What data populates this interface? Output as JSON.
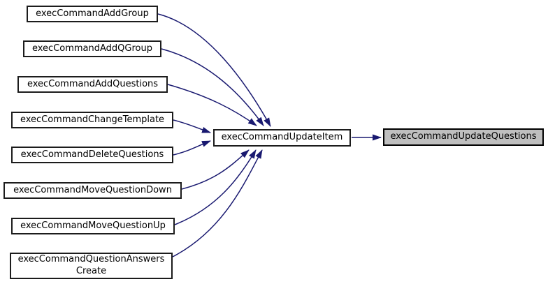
{
  "diagram": {
    "type": "call-graph",
    "description": "Functions calling execCommandUpdateItem, which calls execCommandUpdateQuestions"
  },
  "colors": {
    "edge": "#191970",
    "node_fill": "#ffffff",
    "node_border": "#1c1c1c",
    "highlight_fill": "#bfbfbf",
    "text": "#000000",
    "background": "#ffffff"
  },
  "nodes": {
    "callers": [
      {
        "label": "execCommandAddGroup"
      },
      {
        "label": "execCommandAddQGroup"
      },
      {
        "label": "execCommandAddQuestions"
      },
      {
        "label": "execCommandChangeTemplate"
      },
      {
        "label": "execCommandDeleteQuestions"
      },
      {
        "label": "execCommandMoveQuestionDown"
      },
      {
        "label": "execCommandMoveQuestionUp"
      },
      {
        "label": "execCommandQuestionAnswers\nCreate"
      }
    ],
    "hub": {
      "label": "execCommandUpdateItem"
    },
    "target": {
      "label": "execCommandUpdateQuestions",
      "highlighted": true
    }
  },
  "edges": [
    {
      "from": "execCommandAddGroup",
      "to": "execCommandUpdateItem"
    },
    {
      "from": "execCommandAddQGroup",
      "to": "execCommandUpdateItem"
    },
    {
      "from": "execCommandAddQuestions",
      "to": "execCommandUpdateItem"
    },
    {
      "from": "execCommandChangeTemplate",
      "to": "execCommandUpdateItem"
    },
    {
      "from": "execCommandDeleteQuestions",
      "to": "execCommandUpdateItem"
    },
    {
      "from": "execCommandMoveQuestionDown",
      "to": "execCommandUpdateItem"
    },
    {
      "from": "execCommandMoveQuestionUp",
      "to": "execCommandUpdateItem"
    },
    {
      "from": "execCommandQuestionAnswersCreate",
      "to": "execCommandUpdateItem"
    },
    {
      "from": "execCommandUpdateItem",
      "to": "execCommandUpdateQuestions"
    }
  ]
}
